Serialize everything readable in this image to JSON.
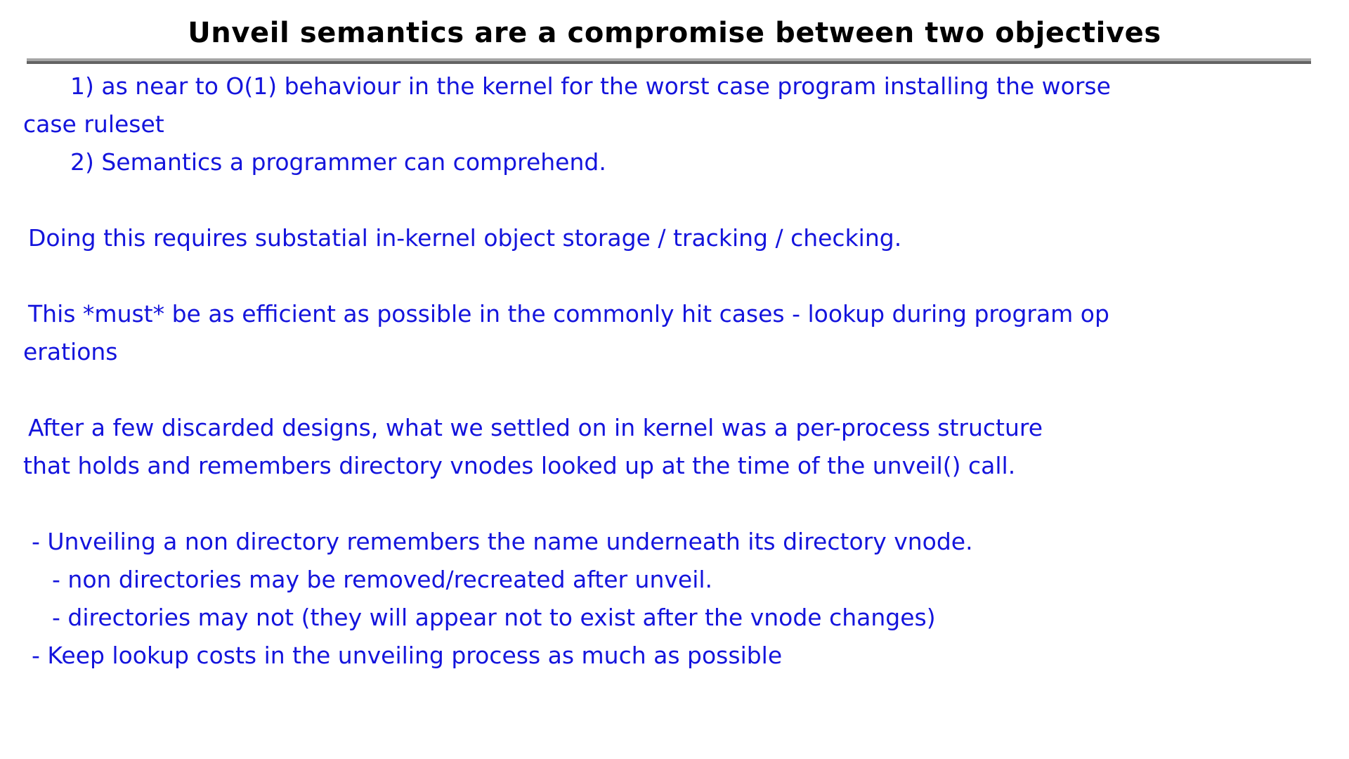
{
  "slide": {
    "title": "Unveil semantics are a compromise between two objectives",
    "title_color": "#000000",
    "body_color": "#1414dc",
    "background_color": "#ffffff",
    "rule_color_top": "#a6a6a6",
    "rule_color_bottom": "#636363"
  },
  "body": {
    "objective_1": {
      "line_1": "1) as near to O(1) behaviour in the kernel for the worst case program installing the worse",
      "line_2": "case ruleset"
    },
    "objective_2": {
      "line_1": "2) Semantics a programmer can comprehend."
    },
    "para_storage": {
      "line_1": "Doing this requires substatial in-kernel object storage / tracking / checking."
    },
    "para_efficiency": {
      "line_1": "This *must* be as efficient as possible in the commonly hit cases - lookup during program op",
      "line_2": "erations"
    },
    "para_design": {
      "line_1": "After a few discarded designs, what we settled on in kernel was a per-process structure",
      "line_2": "that holds and remembers directory vnodes looked up at the time of the unveil() call."
    },
    "bullets": {
      "item_1": "- Unveiling a non directory remembers the name underneath its directory vnode.",
      "item_1_sub_1": "- non directories may be removed/recreated after unveil.",
      "item_1_sub_2": "- directories may not (they will appear not to exist after the vnode changes)",
      "item_2": "- Keep lookup costs in the unveiling process as much as possible"
    }
  }
}
